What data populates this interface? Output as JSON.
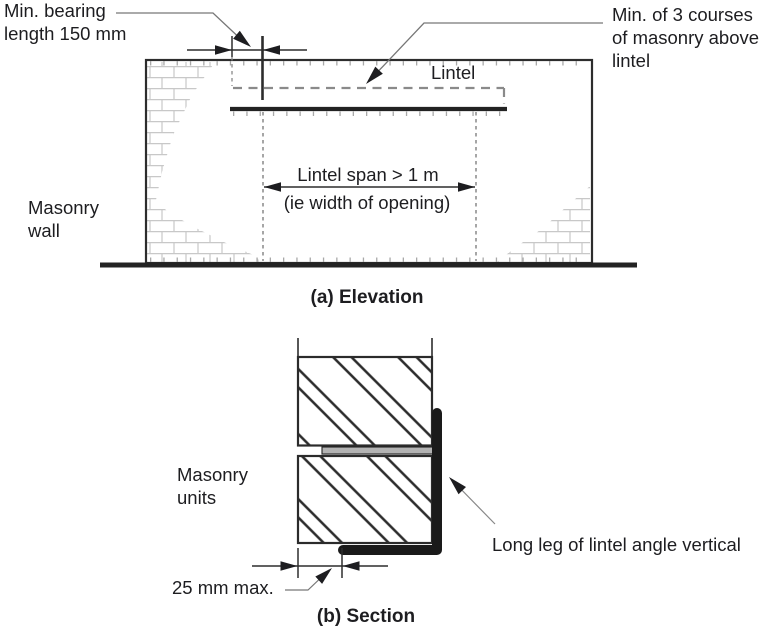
{
  "figure": {
    "background": "#ffffff",
    "elevation": {
      "caption": "(a) Elevation",
      "labels": {
        "min_bearing": [
          "Min. bearing",
          "length 150 mm"
        ],
        "courses_note": [
          "Min. of 3 courses",
          "of masonry above",
          "lintel"
        ],
        "lintel": "Lintel",
        "masonry_wall": [
          "Masonry",
          "wall"
        ],
        "span": "Lintel span > 1 m",
        "span_note": "(ie width of opening)"
      }
    },
    "section": {
      "caption": "(b) Section",
      "labels": {
        "masonry_units": [
          "Masonry",
          "units"
        ],
        "long_leg": "Long leg of lintel angle vertical",
        "offset_max": "25 mm max."
      }
    },
    "colors": {
      "line": "#2d2d2d",
      "heavy_line": "#232323",
      "dashed_lintel": "#8a8a8a",
      "leader": "#777777",
      "tick": "#a8a8a8",
      "brick_hatch": "#c8c8c8",
      "steel_angle": "#1a1a1a",
      "steel_plate": "#b3b3b3",
      "text": "#1d1d20"
    }
  }
}
